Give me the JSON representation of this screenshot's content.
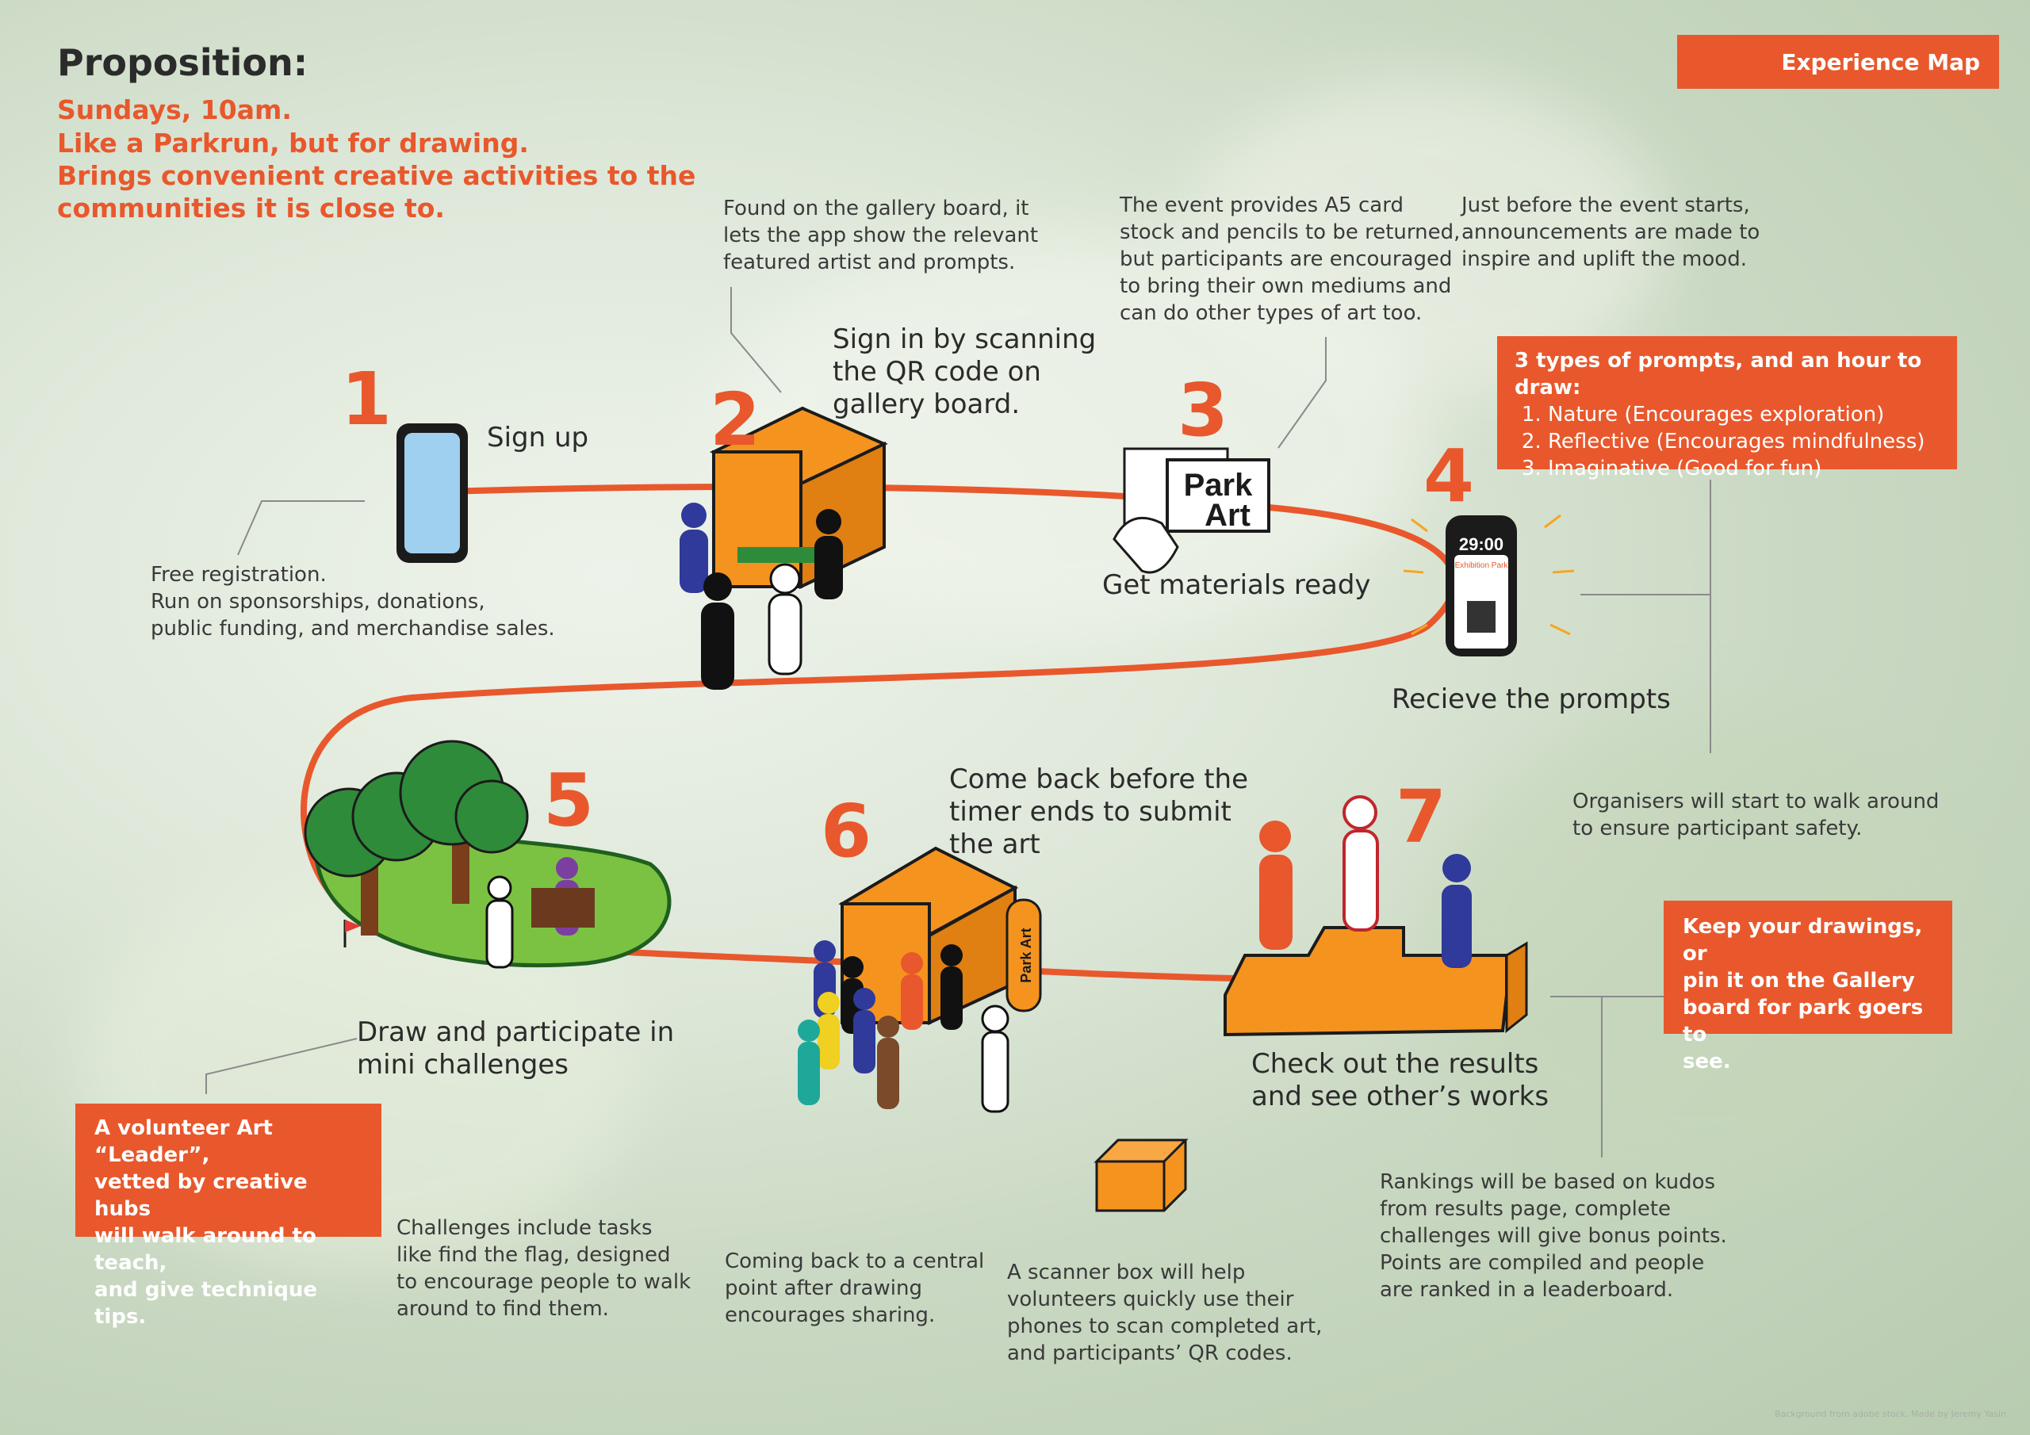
{
  "proposition": {
    "title": "Proposition:",
    "lines": [
      "Sundays, 10am.",
      "Like a Parkrun, but for drawing.",
      "Brings convenient creative activities to the",
      "communities it is close to."
    ]
  },
  "header_badge": "Experience Map",
  "steps": [
    {
      "num": "1",
      "label": "Sign up"
    },
    {
      "num": "2",
      "label_lines": [
        "Sign in by scanning",
        "the QR code on",
        "gallery board."
      ]
    },
    {
      "num": "3",
      "label": "Get materials ready"
    },
    {
      "num": "4",
      "label": "Recieve the prompts"
    },
    {
      "num": "5",
      "label_lines": [
        "Draw and participate in",
        "mini challenges"
      ]
    },
    {
      "num": "6",
      "label_lines": [
        "Come back before the",
        "timer ends to submit",
        "the art"
      ]
    },
    {
      "num": "7",
      "label_lines": [
        "Check out the results",
        "and see other’s works"
      ]
    }
  ],
  "notes": {
    "signup": [
      "Free registration.",
      "Run on sponsorships, donations,",
      "public funding, and merchandise sales."
    ],
    "qr": [
      "Found on the gallery board, it",
      "lets the app show the relevant",
      "featured artist and prompts."
    ],
    "materials": [
      "The event provides A5 card",
      "stock and pencils to be returned,",
      "but participants are encouraged",
      "to bring their own mediums and",
      "can do other types of art too."
    ],
    "announce": [
      "Just before the event starts,",
      "announcements are made to",
      "inspire and uplift the mood."
    ],
    "organisers": [
      "Organisers will start to walk around",
      "to ensure participant safety."
    ],
    "challenges": [
      "Challenges include tasks",
      "like find the flag, designed",
      "to encourage people to walk",
      "around to find them."
    ],
    "central": [
      "Coming back to a central",
      "point after drawing",
      "encourages sharing."
    ],
    "scanner": [
      "A scanner box will help",
      "volunteers quickly use their",
      "phones to scan completed art,",
      "and participants’ QR codes."
    ],
    "rankings": [
      "Rankings will be based on kudos",
      "from results page, complete",
      "challenges will give bonus points.",
      "Points are compiled and people",
      "are ranked in a leaderboard."
    ]
  },
  "callouts": {
    "prompts": {
      "title": "3 types of prompts, and an hour to draw:",
      "items": [
        "Nature (Encourages exploration)",
        "Reflective (Encourages mindfulness)",
        "Imaginative (Good for fun)"
      ]
    },
    "gallery": [
      "Keep your drawings, or",
      "pin it on the Gallery",
      "board for park goers to",
      "see."
    ],
    "leader": [
      "A volunteer Art “Leader”,",
      "vetted by creative hubs",
      "will walk around to teach,",
      "and give technique tips."
    ]
  },
  "illustrations": {
    "park_art_logo": [
      "Park",
      "Art"
    ],
    "timer_value": "29:00",
    "phone_app_title": "Exhibition Park",
    "banner_text": "Park Art"
  },
  "credit": "Background from adobe stock. Made by Jeremy Yasin",
  "colors": {
    "accent": "#e8582c",
    "tent": "#f5931f",
    "grass": "#7cc242",
    "tree": "#2e8b3a"
  }
}
